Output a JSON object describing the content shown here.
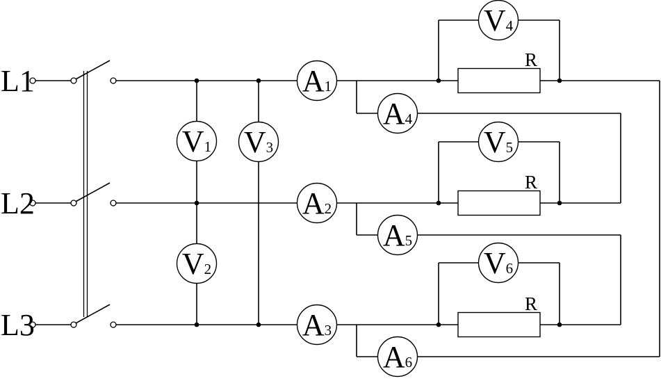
{
  "colors": {
    "wire": "#000000",
    "background": "#ffffff"
  },
  "phase_labels": [
    "L1",
    "L2",
    "L3"
  ],
  "ammeters": [
    {
      "letter": "A",
      "sub": "1"
    },
    {
      "letter": "A",
      "sub": "2"
    },
    {
      "letter": "A",
      "sub": "3"
    },
    {
      "letter": "A",
      "sub": "4"
    },
    {
      "letter": "A",
      "sub": "5"
    },
    {
      "letter": "A",
      "sub": "6"
    }
  ],
  "voltmeters": [
    {
      "letter": "V",
      "sub": "1"
    },
    {
      "letter": "V",
      "sub": "2"
    },
    {
      "letter": "V",
      "sub": "3"
    },
    {
      "letter": "V",
      "sub": "4"
    },
    {
      "letter": "V",
      "sub": "5"
    },
    {
      "letter": "V",
      "sub": "6"
    }
  ],
  "resistor_labels": [
    "R",
    "R",
    "R"
  ]
}
